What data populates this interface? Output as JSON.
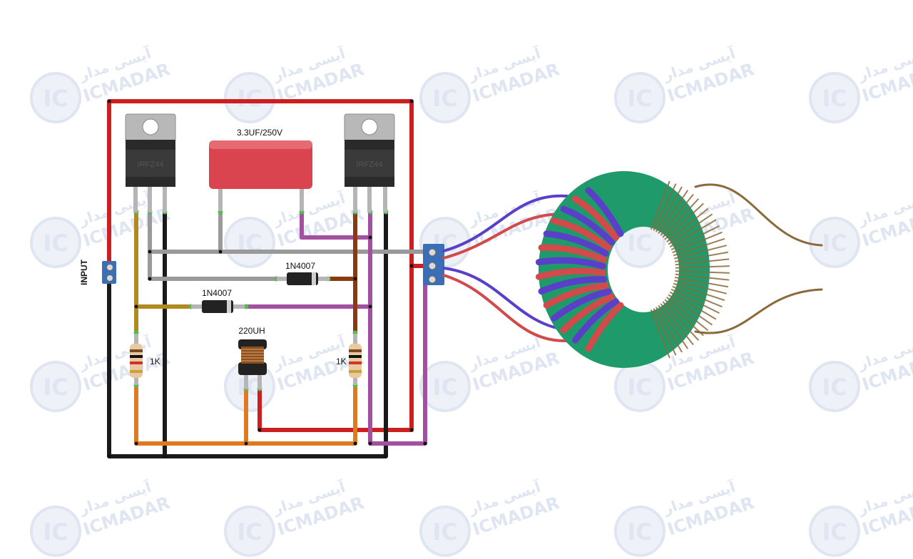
{
  "watermark": {
    "brand": "ICMADAR",
    "logo": "IC",
    "persian": "آیسی مدار"
  },
  "components": {
    "mosfet_left": "IRFZ44",
    "mosfet_right": "IRFZ44",
    "capacitor": "3.3UF/250V",
    "diode_top": "1N4007",
    "diode_bottom": "1N4007",
    "inductor": "220UH",
    "resistor_left": "1K",
    "resistor_right": "1K",
    "input_label": "INPUT"
  },
  "colors": {
    "red_wire": "#cc1f1f",
    "black_wire": "#1a1a1a",
    "orange_wire": "#e07a22",
    "purple_wire": "#a2509f",
    "gray_wire": "#9a9a9a",
    "olive_wire": "#b08a1e",
    "brown_wire": "#8a3a10",
    "toroid_core": "#1f9a6a",
    "winding_red": "#d24a4a",
    "winding_blue": "#5a3fc8",
    "winding_secondary": "#8a6a3a",
    "terminal_block": "#3a6fb5"
  }
}
